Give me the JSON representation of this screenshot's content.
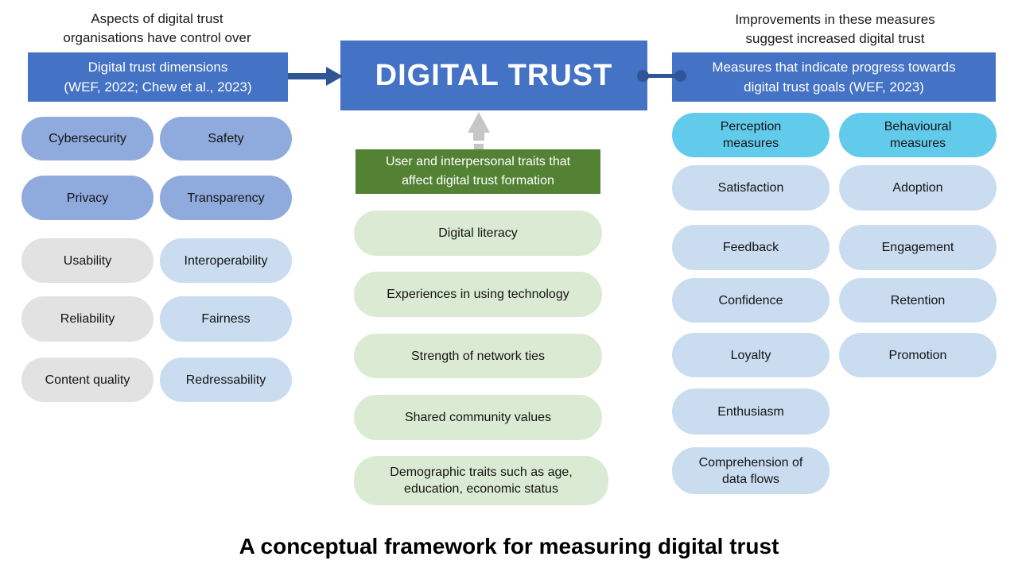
{
  "caption": "A conceptual framework for measuring digital trust",
  "left": {
    "header": "Aspects of digital trust\norganisations have control over",
    "box_label": "Digital trust dimensions\n(WEF, 2022; Chew et al., 2023)",
    "pills": [
      {
        "label": "Cybersecurity",
        "style": "periwinkle"
      },
      {
        "label": "Safety",
        "style": "periwinkle"
      },
      {
        "label": "Privacy",
        "style": "periwinkle"
      },
      {
        "label": "Transparency",
        "style": "periwinkle"
      },
      {
        "label": "Usability",
        "style": "gray"
      },
      {
        "label": "Interoperability",
        "style": "light_blue"
      },
      {
        "label": "Reliability",
        "style": "gray"
      },
      {
        "label": "Fairness",
        "style": "light_blue"
      },
      {
        "label": "Content quality",
        "style": "gray"
      },
      {
        "label": "Redressability",
        "style": "light_blue"
      }
    ]
  },
  "center": {
    "main_box_label": "DIGITAL TRUST",
    "green_box_label": "User and interpersonal traits that\naffect digital trust formation",
    "pills": [
      {
        "label": "Digital literacy"
      },
      {
        "label": "Experiences in using technology"
      },
      {
        "label": "Strength of network ties"
      },
      {
        "label": "Shared community values"
      },
      {
        "label": "Demographic traits such as age,\neducation, economic status"
      }
    ]
  },
  "right": {
    "header": "Improvements in these measures\nsuggest increased digital trust",
    "box_label": "Measures that indicate progress towards\ndigital trust goals (WEF, 2023)",
    "pills": [
      {
        "label": "Perception\nmeasures",
        "style": "cyan"
      },
      {
        "label": "Behavioural\nmeasures",
        "style": "cyan"
      },
      {
        "label": "Satisfaction",
        "style": "light_blue"
      },
      {
        "label": "Adoption",
        "style": "light_blue"
      },
      {
        "label": "Feedback",
        "style": "light_blue"
      },
      {
        "label": "Engagement",
        "style": "light_blue"
      },
      {
        "label": "Confidence",
        "style": "light_blue"
      },
      {
        "label": "Retention",
        "style": "light_blue"
      },
      {
        "label": "Loyalty",
        "style": "light_blue"
      },
      {
        "label": "Promotion",
        "style": "light_blue"
      },
      {
        "label": "Enthusiasm",
        "style": "light_blue"
      },
      {
        "label": "Comprehension of\ndata flows",
        "style": "light_blue"
      }
    ]
  },
  "colors": {
    "primary_blue": "#4472C4",
    "dark_blue": "#2F5597",
    "periwinkle": "#8FAADC",
    "light_blue": "#C9DCF0",
    "cyan": "#62CBEB",
    "gray": "#E2E2E2",
    "green_dark": "#548235",
    "green_light": "#DBEBD3",
    "arrow_gray": "#C6C6C6"
  }
}
